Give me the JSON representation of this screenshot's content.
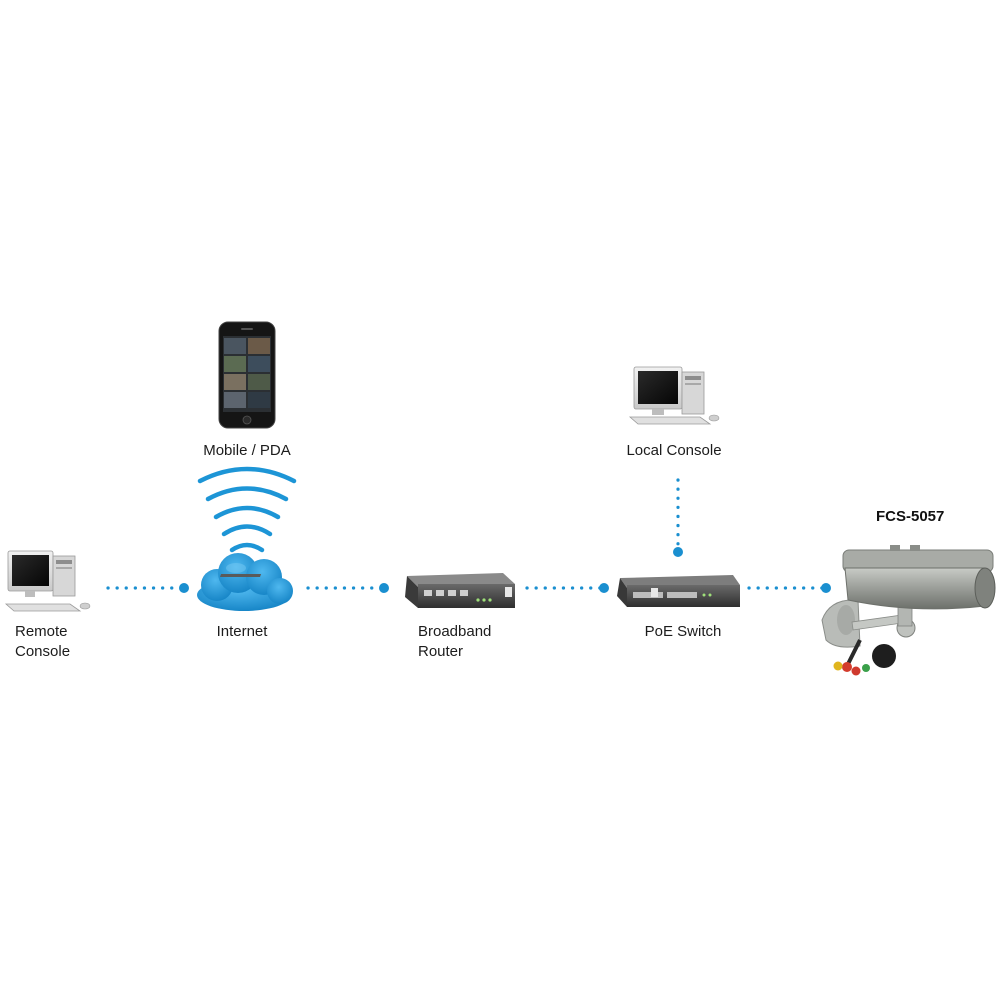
{
  "title": "FCS-5057",
  "nodes": {
    "remote_console": {
      "line1": "Remote",
      "line2": "Console",
      "icon": "desktop-computer-icon"
    },
    "internet": {
      "label": "Internet",
      "icon": "cloud-icon"
    },
    "mobile": {
      "label": "Mobile / PDA",
      "icon": "smartphone-icon"
    },
    "router": {
      "line1": "Broadband",
      "line2": "Router",
      "icon": "router-icon"
    },
    "poe_switch": {
      "label": "PoE Switch",
      "icon": "network-switch-icon"
    },
    "local_console": {
      "label": "Local Console",
      "icon": "desktop-computer-icon"
    },
    "camera": {
      "icon": "bullet-camera-icon"
    }
  },
  "colors": {
    "connector": "#1a8fd0",
    "cloud": "#1d95d6",
    "wireless": "#1d95d6"
  }
}
